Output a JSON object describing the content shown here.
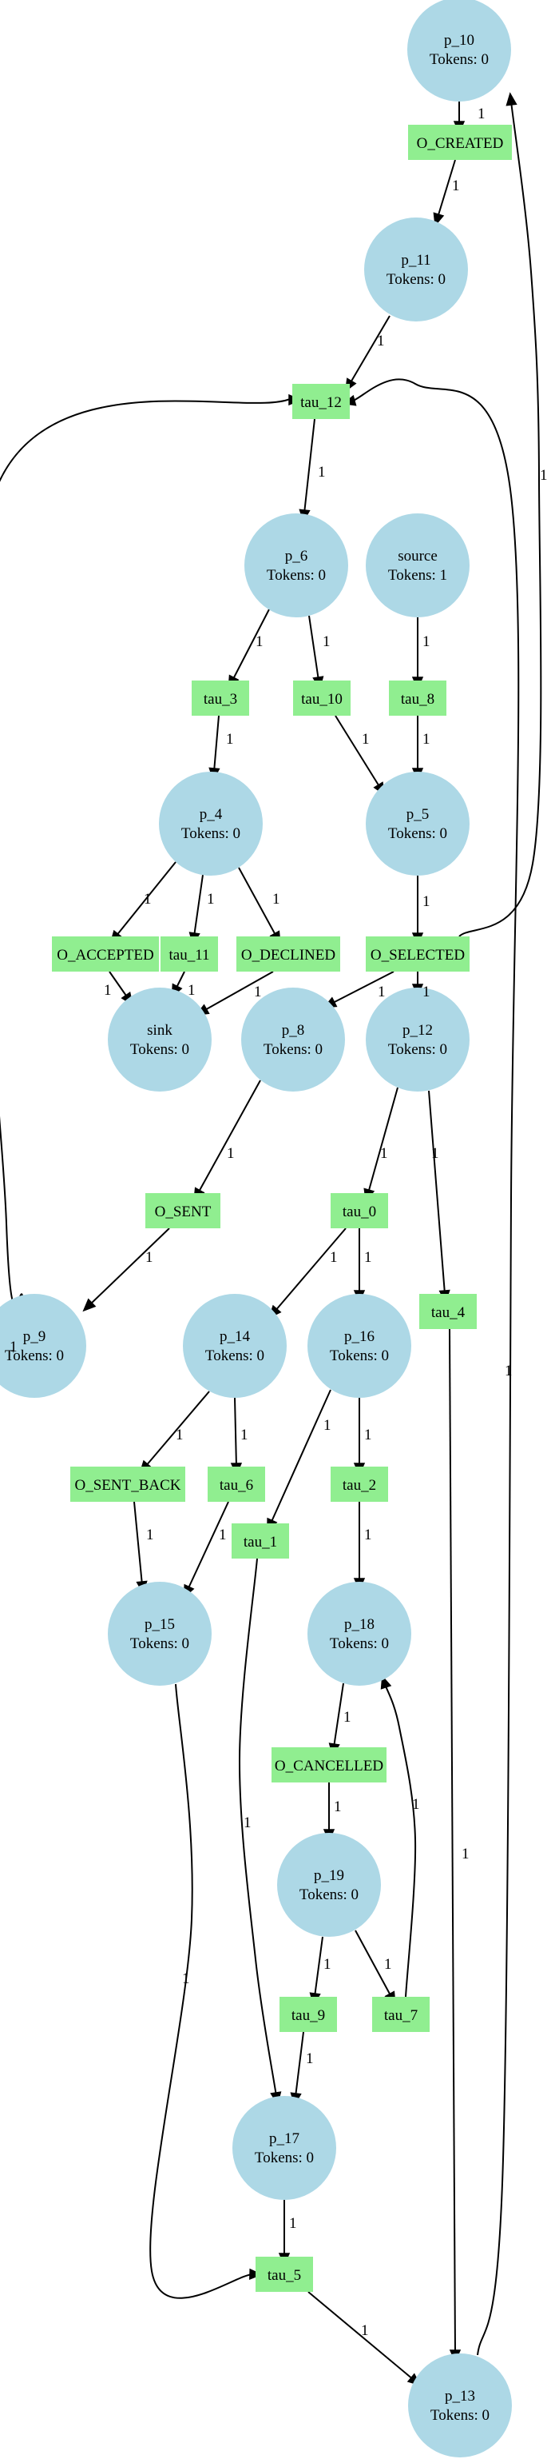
{
  "colors": {
    "place": "#add8e6",
    "transition": "#90ee90",
    "edge": "#000000"
  },
  "places": [
    {
      "id": "p_10",
      "label": "p_10",
      "tokens": "Tokens: 0"
    },
    {
      "id": "p_11",
      "label": "p_11",
      "tokens": "Tokens: 0"
    },
    {
      "id": "p_6",
      "label": "p_6",
      "tokens": "Tokens: 0"
    },
    {
      "id": "source",
      "label": "source",
      "tokens": "Tokens: 1"
    },
    {
      "id": "p_4",
      "label": "p_4",
      "tokens": "Tokens: 0"
    },
    {
      "id": "p_5",
      "label": "p_5",
      "tokens": "Tokens: 0"
    },
    {
      "id": "sink",
      "label": "sink",
      "tokens": "Tokens: 0"
    },
    {
      "id": "p_8",
      "label": "p_8",
      "tokens": "Tokens: 0"
    },
    {
      "id": "p_12",
      "label": "p_12",
      "tokens": "Tokens: 0"
    },
    {
      "id": "p_9",
      "label": "p_9",
      "tokens": "Tokens: 0"
    },
    {
      "id": "p_14",
      "label": "p_14",
      "tokens": "Tokens: 0"
    },
    {
      "id": "p_16",
      "label": "p_16",
      "tokens": "Tokens: 0"
    },
    {
      "id": "p_15",
      "label": "p_15",
      "tokens": "Tokens: 0"
    },
    {
      "id": "p_18",
      "label": "p_18",
      "tokens": "Tokens: 0"
    },
    {
      "id": "p_19",
      "label": "p_19",
      "tokens": "Tokens: 0"
    },
    {
      "id": "p_17",
      "label": "p_17",
      "tokens": "Tokens: 0"
    },
    {
      "id": "p_13",
      "label": "p_13",
      "tokens": "Tokens: 0"
    }
  ],
  "transitions": [
    {
      "id": "O_CREATED",
      "label": "O_CREATED"
    },
    {
      "id": "tau_12",
      "label": "tau_12"
    },
    {
      "id": "tau_3",
      "label": "tau_3"
    },
    {
      "id": "tau_10",
      "label": "tau_10"
    },
    {
      "id": "tau_8",
      "label": "tau_8"
    },
    {
      "id": "O_ACCEPTED",
      "label": "O_ACCEPTED"
    },
    {
      "id": "tau_11",
      "label": "tau_11"
    },
    {
      "id": "O_DECLINED",
      "label": "O_DECLINED"
    },
    {
      "id": "O_SELECTED",
      "label": "O_SELECTED"
    },
    {
      "id": "O_SENT",
      "label": "O_SENT"
    },
    {
      "id": "tau_0",
      "label": "tau_0"
    },
    {
      "id": "tau_4",
      "label": "tau_4"
    },
    {
      "id": "O_SENT_BACK",
      "label": "O_SENT_BACK"
    },
    {
      "id": "tau_6",
      "label": "tau_6"
    },
    {
      "id": "tau_2",
      "label": "tau_2"
    },
    {
      "id": "tau_1",
      "label": "tau_1"
    },
    {
      "id": "O_CANCELLED",
      "label": "O_CANCELLED"
    },
    {
      "id": "tau_9",
      "label": "tau_9"
    },
    {
      "id": "tau_7",
      "label": "tau_7"
    },
    {
      "id": "tau_5",
      "label": "tau_5"
    }
  ],
  "arcs": [
    {
      "from": "p_10",
      "to": "O_CREATED",
      "weight": "1"
    },
    {
      "from": "O_CREATED",
      "to": "p_11",
      "weight": "1"
    },
    {
      "from": "p_11",
      "to": "tau_12",
      "weight": "1"
    },
    {
      "from": "tau_12",
      "to": "p_6",
      "weight": "1"
    },
    {
      "from": "p_6",
      "to": "tau_3",
      "weight": "1"
    },
    {
      "from": "p_6",
      "to": "tau_10",
      "weight": "1"
    },
    {
      "from": "source",
      "to": "tau_8",
      "weight": "1"
    },
    {
      "from": "tau_3",
      "to": "p_4",
      "weight": "1"
    },
    {
      "from": "tau_10",
      "to": "p_5",
      "weight": "1"
    },
    {
      "from": "tau_8",
      "to": "p_5",
      "weight": "1"
    },
    {
      "from": "p_4",
      "to": "O_ACCEPTED",
      "weight": "1"
    },
    {
      "from": "p_4",
      "to": "tau_11",
      "weight": "1"
    },
    {
      "from": "p_4",
      "to": "O_DECLINED",
      "weight": "1"
    },
    {
      "from": "p_5",
      "to": "O_SELECTED",
      "weight": "1"
    },
    {
      "from": "O_ACCEPTED",
      "to": "sink",
      "weight": "1"
    },
    {
      "from": "tau_11",
      "to": "sink",
      "weight": "1"
    },
    {
      "from": "O_DECLINED",
      "to": "sink",
      "weight": "1"
    },
    {
      "from": "O_SELECTED",
      "to": "p_8",
      "weight": "1"
    },
    {
      "from": "O_SELECTED",
      "to": "p_12",
      "weight": "1"
    },
    {
      "from": "O_SELECTED",
      "to": "p_10",
      "weight": "1"
    },
    {
      "from": "p_8",
      "to": "O_SENT",
      "weight": "1"
    },
    {
      "from": "p_12",
      "to": "tau_0",
      "weight": "1"
    },
    {
      "from": "p_12",
      "to": "tau_4",
      "weight": "1"
    },
    {
      "from": "O_SENT",
      "to": "p_9",
      "weight": "1"
    },
    {
      "from": "p_9",
      "to": "tau_12",
      "weight": "1"
    },
    {
      "from": "tau_0",
      "to": "p_14",
      "weight": "1"
    },
    {
      "from": "tau_0",
      "to": "p_16",
      "weight": "1"
    },
    {
      "from": "tau_4",
      "to": "p_13",
      "weight": "1"
    },
    {
      "from": "p_14",
      "to": "O_SENT_BACK",
      "weight": "1"
    },
    {
      "from": "p_14",
      "to": "tau_6",
      "weight": "1"
    },
    {
      "from": "p_16",
      "to": "tau_1",
      "weight": "1"
    },
    {
      "from": "p_16",
      "to": "tau_2",
      "weight": "1"
    },
    {
      "from": "O_SENT_BACK",
      "to": "p_15",
      "weight": "1"
    },
    {
      "from": "tau_6",
      "to": "p_15",
      "weight": "1"
    },
    {
      "from": "tau_2",
      "to": "p_18",
      "weight": "1"
    },
    {
      "from": "tau_1",
      "to": "p_17",
      "weight": "1"
    },
    {
      "from": "p_18",
      "to": "O_CANCELLED",
      "weight": "1"
    },
    {
      "from": "O_CANCELLED",
      "to": "p_19",
      "weight": "1"
    },
    {
      "from": "p_19",
      "to": "tau_9",
      "weight": "1"
    },
    {
      "from": "p_19",
      "to": "tau_7",
      "weight": "1"
    },
    {
      "from": "tau_7",
      "to": "p_18",
      "weight": "1"
    },
    {
      "from": "tau_9",
      "to": "p_17",
      "weight": "1"
    },
    {
      "from": "p_15",
      "to": "tau_5",
      "weight": "1"
    },
    {
      "from": "p_17",
      "to": "tau_5",
      "weight": "1"
    },
    {
      "from": "tau_5",
      "to": "p_13",
      "weight": "1"
    },
    {
      "from": "p_13",
      "to": "tau_12",
      "weight": "1"
    }
  ]
}
